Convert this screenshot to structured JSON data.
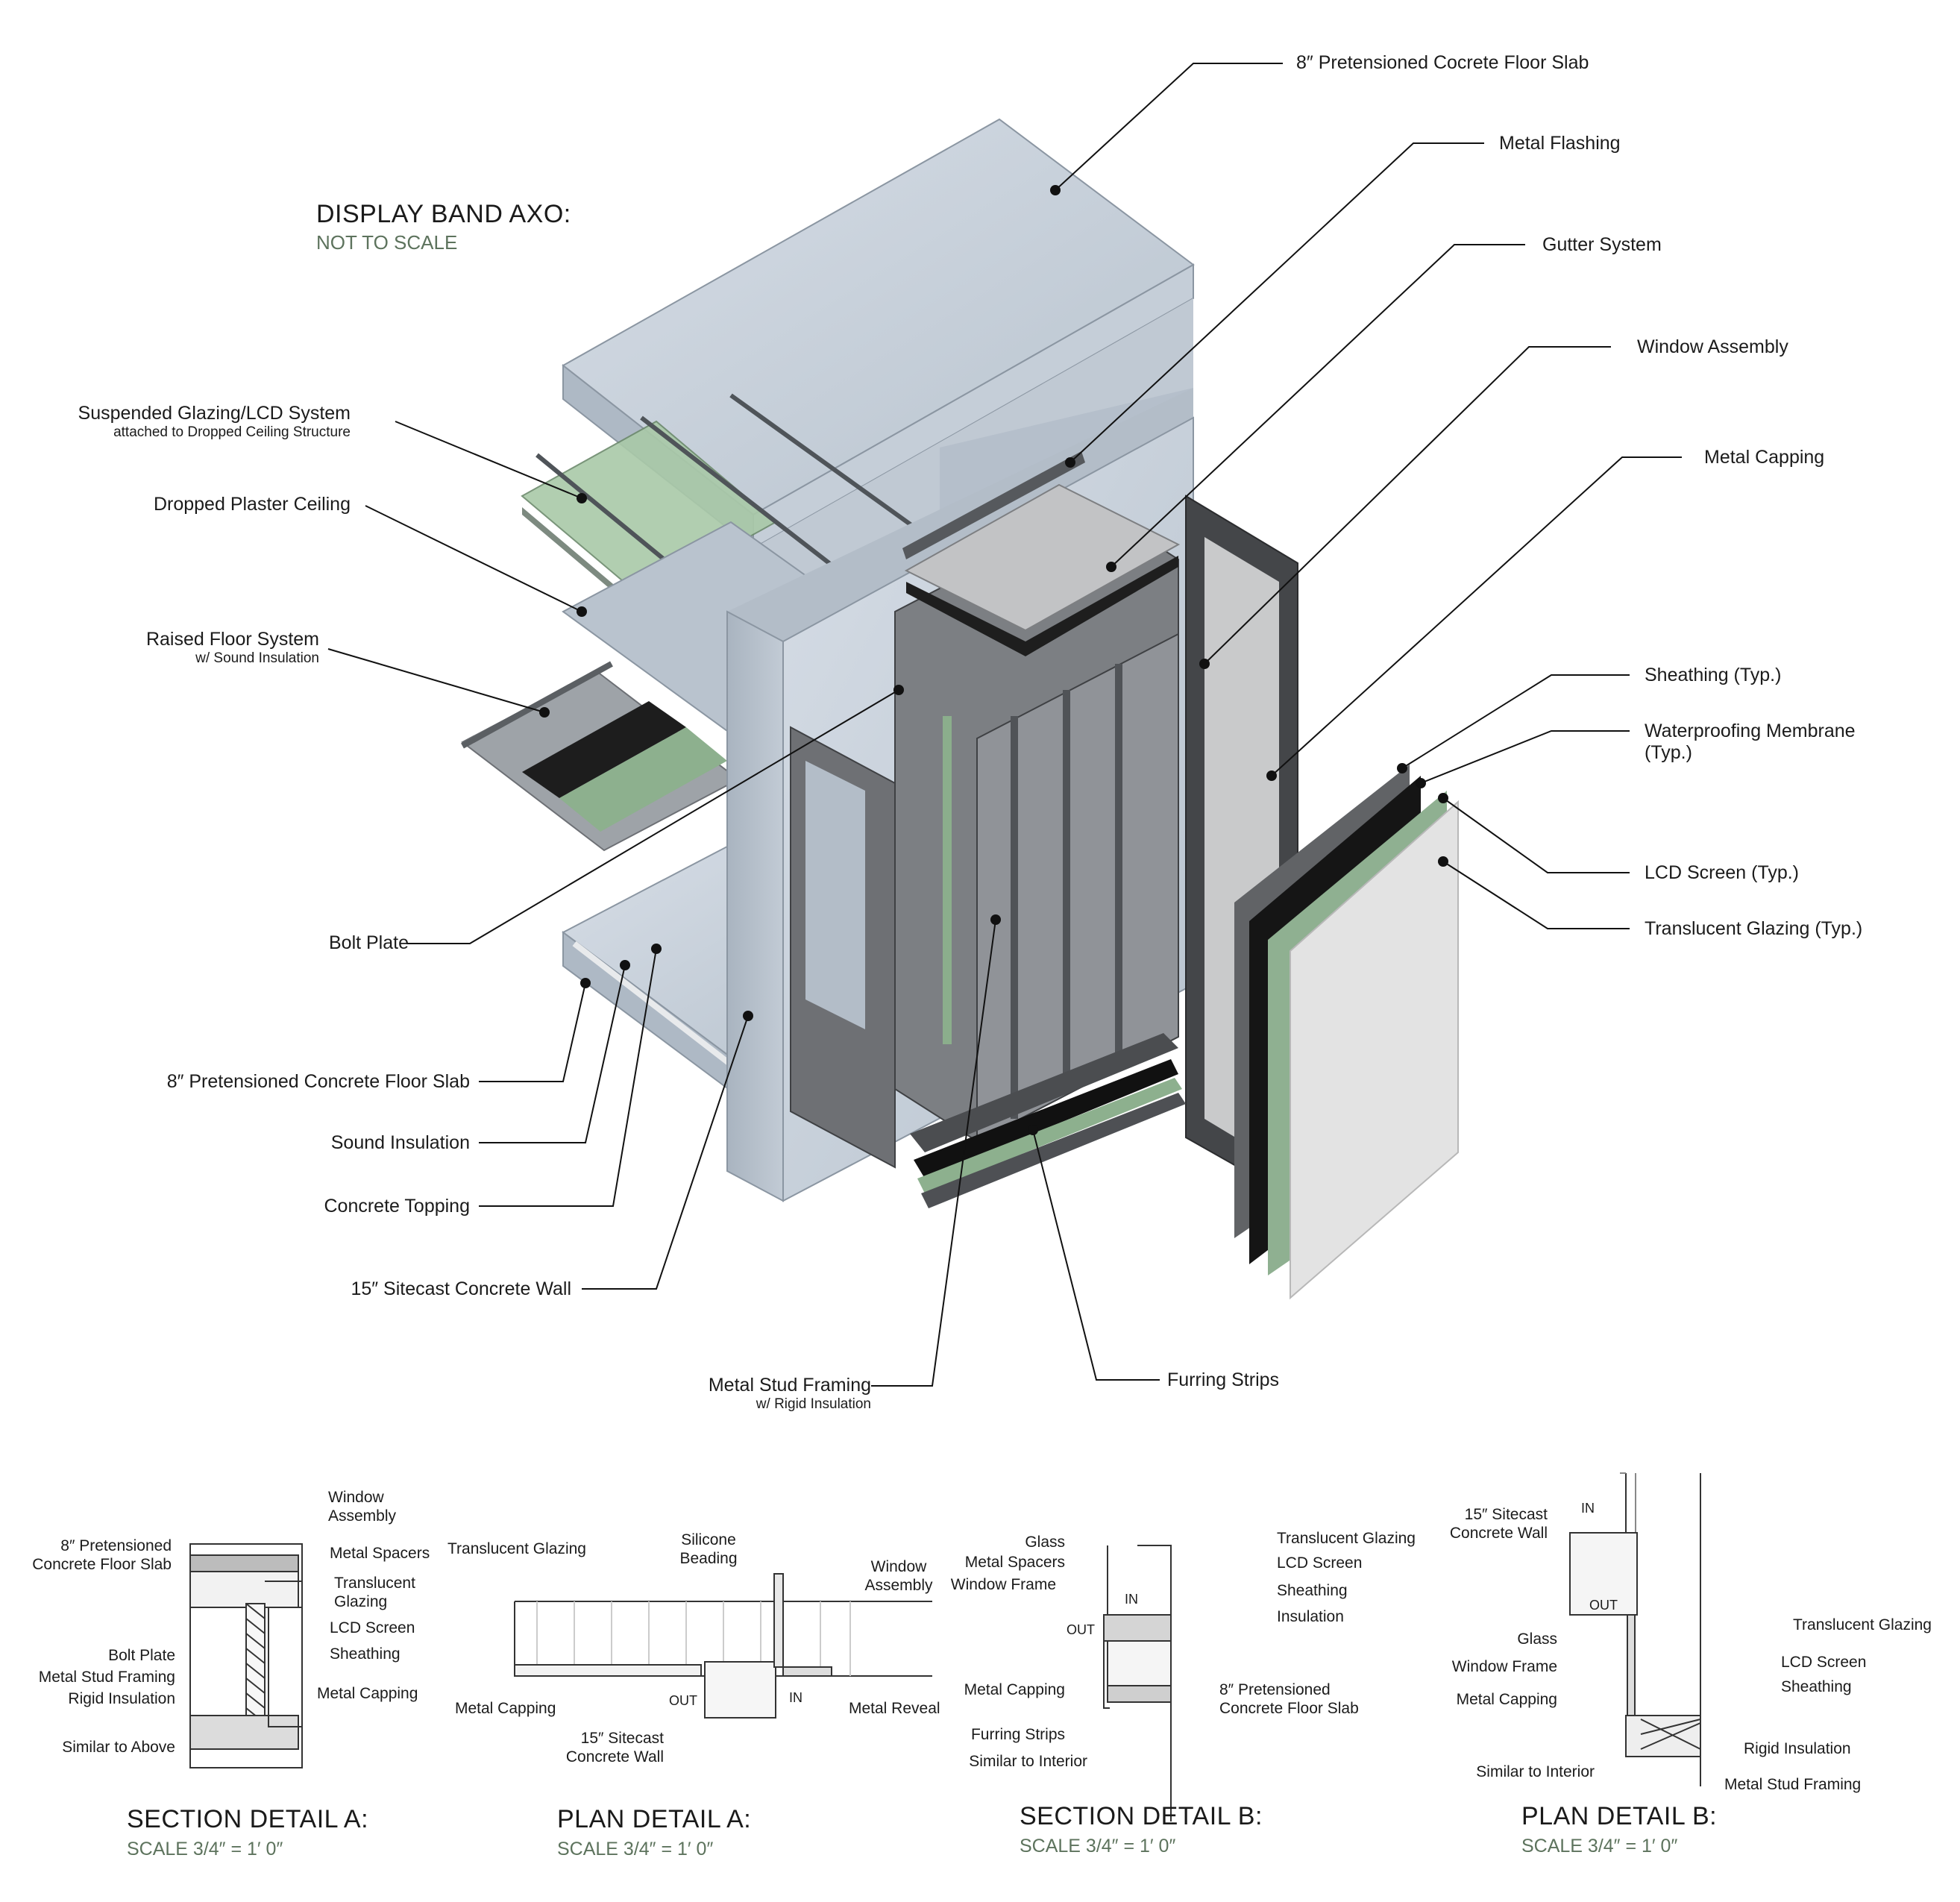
{
  "axo": {
    "title": "DISPLAY BAND AXO:",
    "subtitle": "NOT TO SCALE",
    "labels_right": [
      {
        "text": "8″ Pretensioned Cocrete Floor Slab"
      },
      {
        "text": "Metal Flashing"
      },
      {
        "text": "Gutter System"
      },
      {
        "text": "Window Assembly"
      },
      {
        "text": "Metal Capping"
      },
      {
        "text": "Sheathing (Typ.)"
      },
      {
        "text": "Waterproofing Membrane",
        "sub": "(Typ.)"
      },
      {
        "text": "LCD Screen (Typ.)"
      },
      {
        "text": "Translucent Glazing (Typ.)"
      }
    ],
    "labels_left": [
      {
        "text": "Suspended Glazing/LCD System",
        "sub": "attached to Dropped Ceiling Structure"
      },
      {
        "text": "Dropped Plaster Ceiling"
      },
      {
        "text": "Raised Floor System",
        "sub": "w/ Sound Insulation"
      },
      {
        "text": "Bolt Plate"
      },
      {
        "text": "8″ Pretensioned Concrete Floor Slab"
      },
      {
        "text": "Sound Insulation"
      },
      {
        "text": "Concrete Topping"
      },
      {
        "text": "15″ Sitecast Concrete Wall"
      }
    ],
    "labels_bottom": [
      {
        "text": "Metal Stud Framing",
        "sub": "w/ Rigid Insulation"
      },
      {
        "text": "Furring Strips"
      }
    ]
  },
  "details": [
    {
      "title": "SECTION DETAIL A:",
      "scale": "SCALE 3/4″ = 1′ 0″",
      "labels": [
        "Window Assembly",
        "8″ Pretensioned Concrete Floor Slab",
        "Metal Spacers",
        "Translucent Glazing",
        "LCD Screen",
        "Sheathing",
        "Bolt Plate",
        "Metal Stud Framing",
        "Rigid Insulation",
        "Metal Capping",
        "Similar to Above"
      ]
    },
    {
      "title": "PLAN DETAIL A:",
      "scale": "SCALE 3/4″ = 1′ 0″",
      "labels": [
        "Translucent Glazing",
        "Silicone Beading",
        "Window Assembly",
        "Metal Capping",
        "OUT",
        "IN",
        "Metal Reveal",
        "15″ Sitecast Concrete Wall"
      ]
    },
    {
      "title": "SECTION DETAIL B:",
      "scale": "SCALE 3/4″ = 1′ 0″",
      "labels": [
        "Glass",
        "Metal Spacers",
        "Window Frame",
        "IN",
        "OUT",
        "Translucent Glazing",
        "LCD Screen",
        "Sheathing",
        "Insulation",
        "Metal Capping",
        "8″ Pretensioned Concrete Floor Slab",
        "Furring Strips",
        "Similar to Interior"
      ]
    },
    {
      "title": "PLAN DETAIL B:",
      "scale": "SCALE 3/4″ = 1′ 0″",
      "labels": [
        "15″ Sitecast Concrete Wall",
        "IN",
        "OUT",
        "Glass",
        "Window Frame",
        "Metal Capping",
        "Translucent Glazing",
        "LCD Screen",
        "Sheathing",
        "Rigid Insulation",
        "Metal Stud Framing",
        "Similar to Interior"
      ]
    }
  ],
  "colors": {
    "concrete": "#c9d2dc",
    "metal_dark": "#5e6064",
    "lcd_black": "#1c1c1c",
    "glazing_green": "#8fb091",
    "translucent": "#e4e4e4",
    "scale_text": "#5d735d"
  }
}
